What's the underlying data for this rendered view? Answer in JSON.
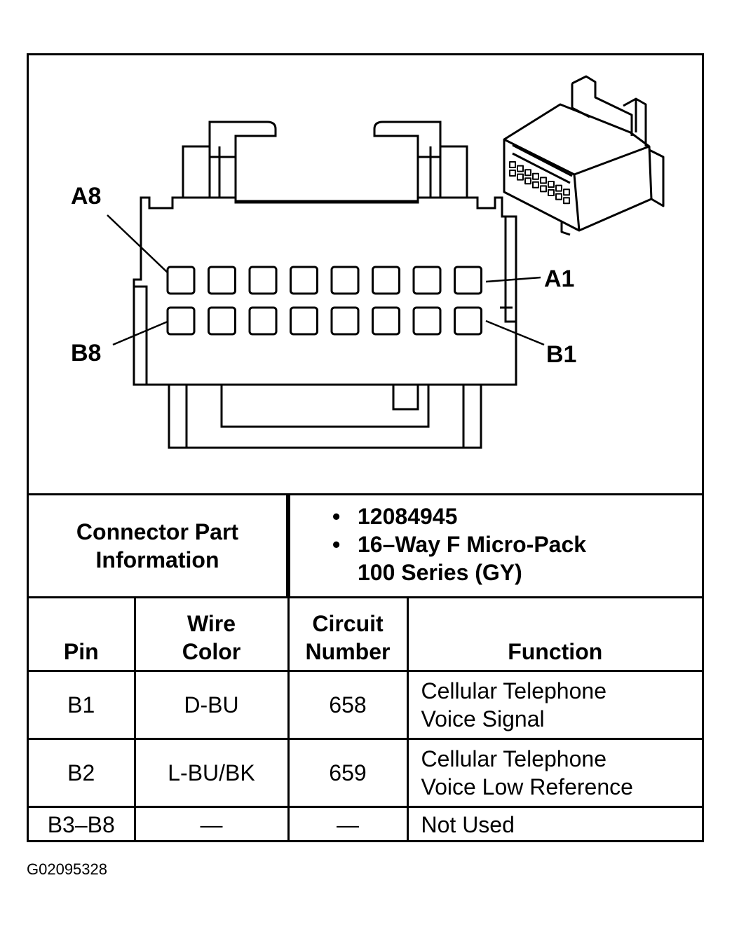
{
  "pin_labels": {
    "a8": "A8",
    "a1": "A1",
    "b8": "B8",
    "b1": "B1"
  },
  "connector_info": {
    "label_line1": "Connector Part",
    "label_line2": "Information",
    "items": [
      {
        "bullet": "•",
        "lines": [
          "12084945"
        ]
      },
      {
        "bullet": "•",
        "lines": [
          "16–Way F Micro-Pack",
          "100 Series (GY)"
        ]
      }
    ]
  },
  "table": {
    "headers": {
      "pin": "Pin",
      "wire_color_line1": "Wire",
      "wire_color_line2": "Color",
      "circuit_line1": "Circuit",
      "circuit_line2": "Number",
      "function": "Function"
    },
    "rows": [
      {
        "pin": "B1",
        "wire_color": "D-BU",
        "circuit": "658",
        "function_line1": "Cellular Telephone",
        "function_line2": "Voice Signal"
      },
      {
        "pin": "B2",
        "wire_color": "L-BU/BK",
        "circuit": "659",
        "function_line1": "Cellular Telephone",
        "function_line2": "Voice Low Reference"
      },
      {
        "pin": "B3–B8",
        "wire_color": "—",
        "circuit": "—",
        "function_line1": "Not Used"
      }
    ]
  },
  "figure_id": "G02095328"
}
